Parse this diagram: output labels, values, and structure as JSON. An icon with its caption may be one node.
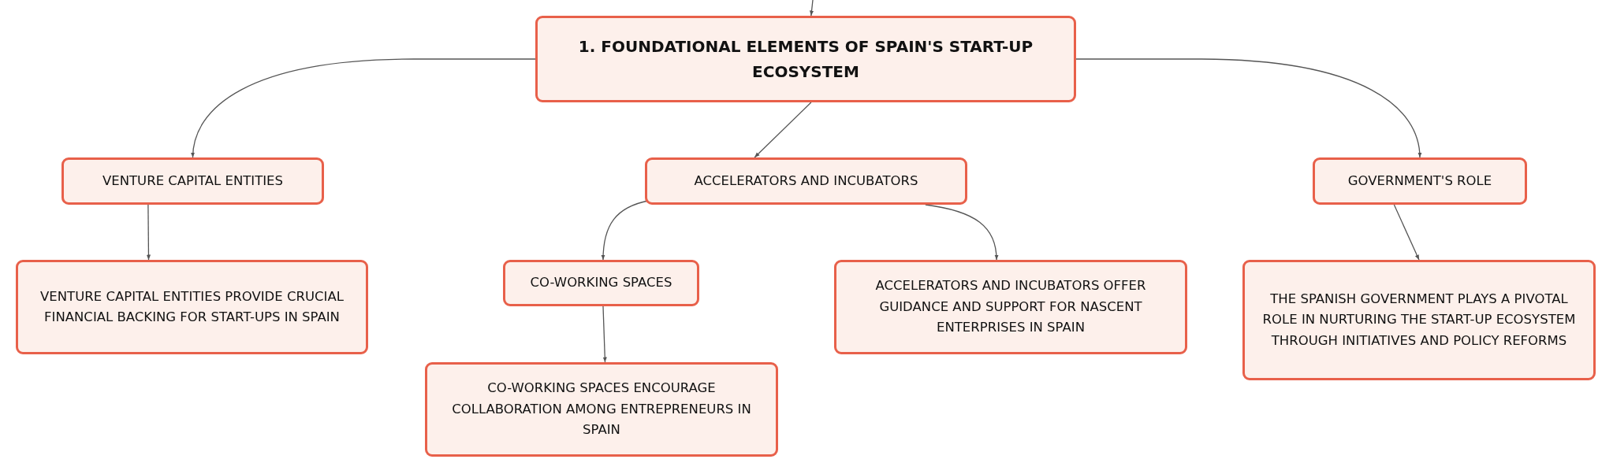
{
  "diagram": {
    "nodes": [
      {
        "text": [
          "1. FOUNDATIONAL ELEMENTS OF SPAIN'S START-UP ECOSYSTEM"
        ]
      },
      {
        "text": [
          "VENTURE CAPITAL ENTITIES"
        ]
      },
      {
        "text": [
          "ACCELERATORS AND INCUBATORS"
        ]
      },
      {
        "text": [
          "GOVERNMENT'S ROLE"
        ]
      },
      {
        "text": [
          "VENTURE CAPITAL ENTITIES PROVIDE CRUCIAL FINANCIAL BACKING FOR START-UPS IN SPAIN"
        ]
      },
      {
        "text": [
          "CO-WORKING SPACES"
        ]
      },
      {
        "text": [
          "ACCELERATORS AND INCUBATORS OFFER GUIDANCE AND SUPPORT FOR NASCENT ENTERPRISES IN SPAIN"
        ]
      },
      {
        "text": [
          "CO-WORKING SPACES ENCOURAGE COLLABORATION AMONG ENTREPRENEURS IN SPAIN"
        ]
      },
      {
        "text": [
          "THE SPANISH GOVERNMENT PLAYS A PIVOTAL ROLE IN NURTURING THE START-UP ECOSYSTEM THROUGH INITIATIVES AND POLICY REFORMS"
        ]
      }
    ],
    "edges": [
      {
        "from": null,
        "to": 0,
        "arrow": "to"
      },
      {
        "from": 0,
        "to": 1,
        "arrow": "to"
      },
      {
        "from": 0,
        "to": 2,
        "arrow": "to"
      },
      {
        "from": 0,
        "to": 3,
        "arrow": "to"
      },
      {
        "from": 1,
        "to": 4,
        "arrow": "to"
      },
      {
        "from": 2,
        "to": 5,
        "arrow": "to"
      },
      {
        "from": 2,
        "to": 6,
        "arrow": "to"
      },
      {
        "from": 5,
        "to": 7,
        "arrow": "to"
      },
      {
        "from": 3,
        "to": 8,
        "arrow": "to"
      }
    ]
  }
}
